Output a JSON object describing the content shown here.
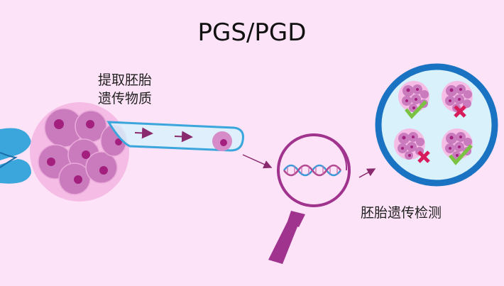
{
  "title": "PGS/PGD",
  "steps": [
    {
      "label_line1": "提取胚胎",
      "label_line2": "遗传物质"
    },
    {
      "label": "胚胎遗传检测"
    }
  ],
  "icons": {
    "embryo": "embryo-cell-cluster-icon",
    "holding_pipette": "holding-pipette-icon",
    "biopsy_pipette": "biopsy-pipette-icon",
    "magnifier": "magnifying-glass-icon",
    "dna": "dna-helix-icon",
    "results_dish": "petri-dish-icon",
    "check": "check-icon",
    "cross": "cross-icon"
  },
  "results": [
    {
      "position": "top-left",
      "status": "pass"
    },
    {
      "position": "top-right",
      "status": "fail"
    },
    {
      "position": "bottom-left",
      "status": "fail"
    },
    {
      "position": "bottom-right",
      "status": "pass"
    }
  ],
  "colors": {
    "background": "#fde3f7",
    "cell": "#c97bbd",
    "nucleus": "#a3207f",
    "pipette_blue": "#3aa6dc",
    "dish_ring": "#1a73c2",
    "magnifier": "#a0338d",
    "check": "#7cc242",
    "cross": "#d81b5a"
  }
}
